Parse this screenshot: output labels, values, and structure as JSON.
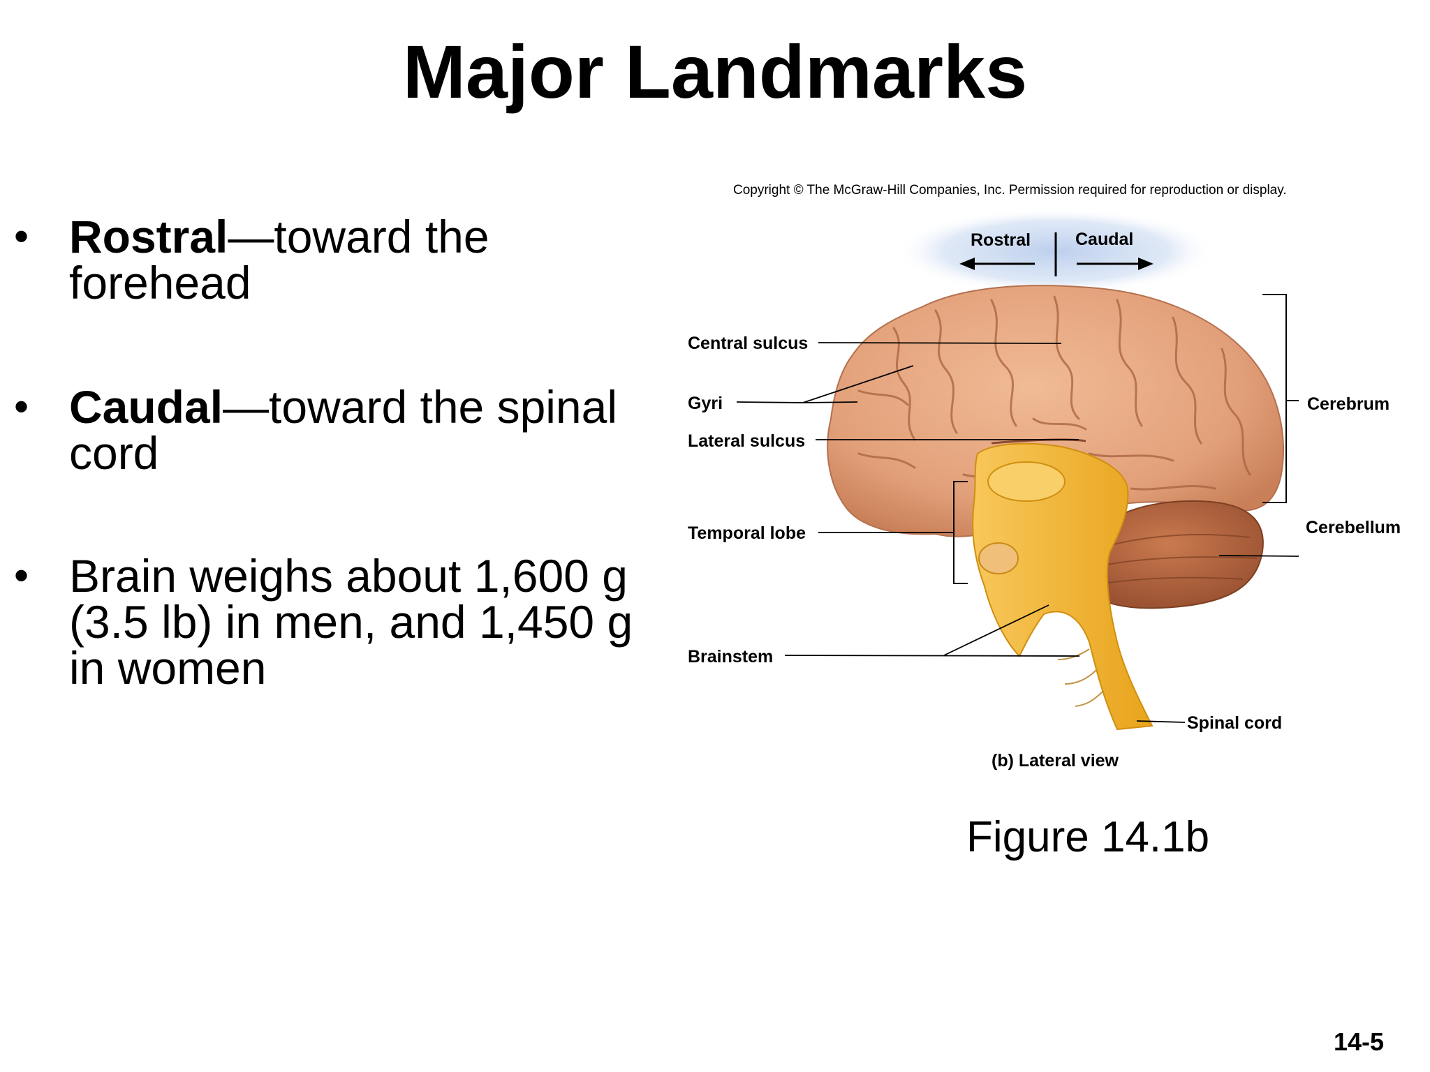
{
  "title": "Major Landmarks",
  "bullets": [
    {
      "bold": "Rostral",
      "rest_line1": "—toward the",
      "rest_line2": "forehead"
    },
    {
      "bold": "Caudal",
      "rest_line1": "—toward the spinal",
      "rest_line2": "cord"
    },
    {
      "line1": "Brain weighs about 1,600 g",
      "line2": "(3.5 lb) in  men, and 1,450 g",
      "line3": "in women"
    }
  ],
  "bullet_symbol": "•",
  "figure": {
    "copyright": "Copyright © The McGraw-Hill Companies, Inc. Permission required for reproduction or display.",
    "direction_labels": {
      "rostral": "Rostral",
      "caudal": "Caudal"
    },
    "labels": {
      "central_sulcus": "Central sulcus",
      "gyri": "Gyri",
      "lateral_sulcus": "Lateral sulcus",
      "temporal_lobe": "Temporal lobe",
      "brainstem": "Brainstem",
      "cerebrum": "Cerebrum",
      "cerebellum": "Cerebellum",
      "spinal_cord": "Spinal cord"
    },
    "view_caption": "(b) Lateral view",
    "colors": {
      "cerebrum": "#e2a07a",
      "brainstem": "#f5b52a",
      "cerebellum": "#b8683e",
      "glow": "#b9cdec"
    }
  },
  "figure_caption": "Figure 14.1b",
  "page_number": "14-5"
}
